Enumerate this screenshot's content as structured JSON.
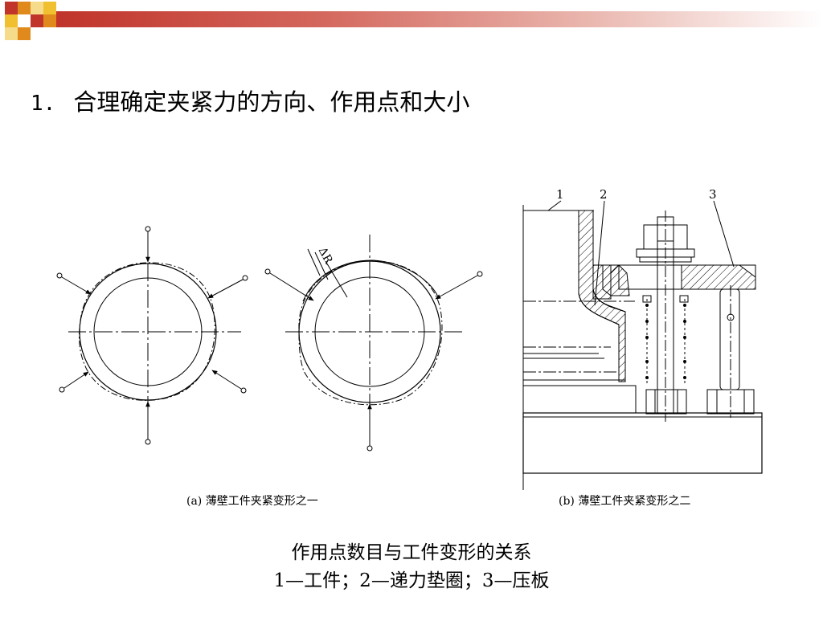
{
  "title": {
    "number": "1.",
    "text": "合理确定夹紧力的方向、作用点和大小"
  },
  "figure": {
    "sub_caption_a": "(a) 薄壁工件夹紧变形之一",
    "sub_caption_b": "(b) 薄壁工件夹紧变形之二",
    "delta_r_label": "ΔR",
    "part_labels": [
      "1",
      "2",
      "3"
    ]
  },
  "caption": {
    "line1": "作用点数目与工件变形的关系",
    "line2": "1—工件；2—递力垫圈；3—压板"
  },
  "colors": {
    "header_red": "#c0342a",
    "header_orange": "#e08a1e",
    "header_yellow": "#f0c030"
  }
}
